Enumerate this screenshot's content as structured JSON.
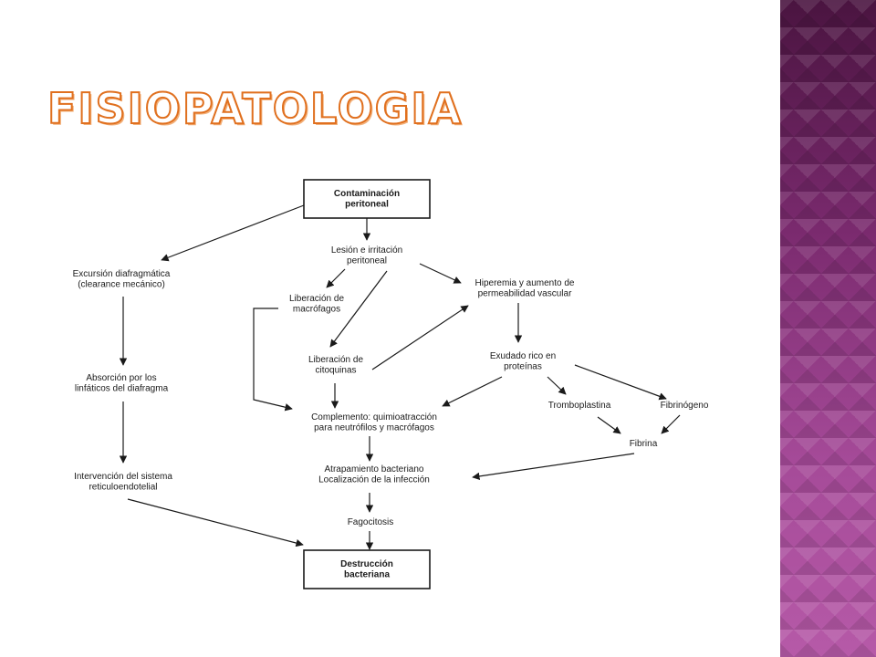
{
  "title": "FISIOPATOLOGIA",
  "colors": {
    "title_fill": "#ffffff",
    "title_outline": "#e0701f",
    "band_top": "#4a1440",
    "band_bottom": "#b65aa8",
    "diagram_ink": "#1a1a1a"
  },
  "diagram": {
    "nodes": {
      "contaminacion": [
        "Contaminación",
        "peritoneal"
      ],
      "lesion": [
        "Lesión e irritación",
        "peritoneal"
      ],
      "excursion": [
        "Excursión diafragmática",
        "(clearance mecánico)"
      ],
      "liberacion_macrofagos": [
        "Liberación de",
        "macrófagos"
      ],
      "hiperemia": [
        "Hiperemia y aumento de",
        "permeabilidad vascular"
      ],
      "liberacion_citoquinas": [
        "Liberación de",
        "citoquinas"
      ],
      "exudado": [
        "Exudado rico en",
        "proteínas"
      ],
      "absorcion": [
        "Absorción por los",
        "linfáticos del diafragma"
      ],
      "tromboplastina": [
        "Tromboplastina"
      ],
      "fibrinogeno": [
        "Fibrinógeno"
      ],
      "complemento": [
        "Complemento: quimioatracción",
        "para neutrófilos y macrófagos"
      ],
      "fibrina": [
        "Fibrina"
      ],
      "intervencion": [
        "Intervención del sistema",
        "reticuloendotelial"
      ],
      "atrapamiento": [
        "Atrapamiento bacteriano",
        "Localización de la infección"
      ],
      "fagocitosis": [
        "Fagocitosis"
      ],
      "destruccion": [
        "Destrucción",
        "bacteriana"
      ]
    }
  }
}
